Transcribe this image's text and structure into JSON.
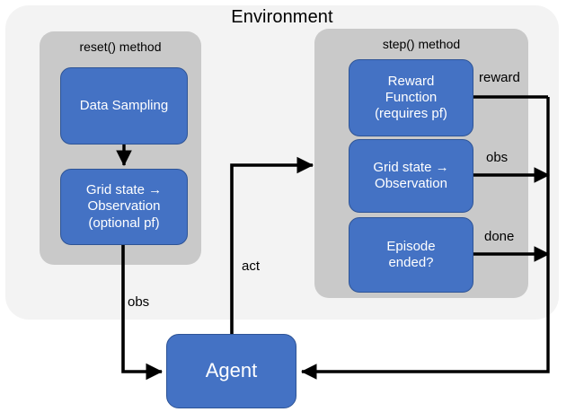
{
  "diagram": {
    "title": "Environment",
    "containers": [
      {
        "id": "environment",
        "label": "Environment"
      },
      {
        "id": "reset-method",
        "label": "reset() method"
      },
      {
        "id": "step-method",
        "label": "step() method"
      }
    ],
    "nodes": {
      "data_sampling": "Data Sampling",
      "grid_state_reset": "Grid state →\nObservation\n(optional pf)",
      "reward_function": "Reward\nFunction\n(requires pf)",
      "grid_state_step": "Grid state →\nObservation",
      "episode_ended": "Episode\nended?",
      "agent": "Agent"
    },
    "edges": {
      "obs_left": "obs",
      "act": "act",
      "reward": "reward",
      "obs_right": "obs",
      "done": "done"
    },
    "colors": {
      "node_fill": "#4472C4",
      "node_stroke": "#2E5496",
      "node_text": "#FFFFFF",
      "panel_fill": "#C9C9C9",
      "environment_fill": "#F3F3F3",
      "wire": "#000000",
      "page_background": "#FFFFFF"
    }
  }
}
